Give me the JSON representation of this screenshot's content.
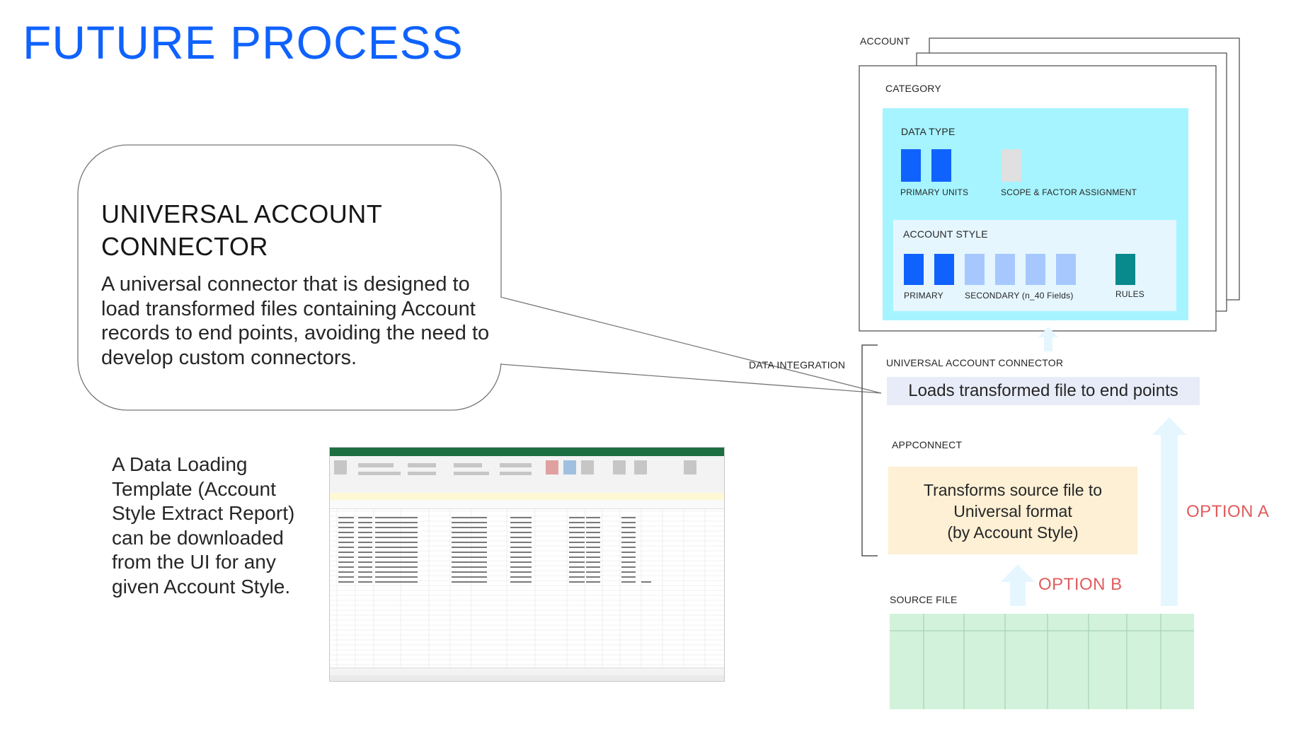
{
  "slide": {
    "title": "FUTURE PROCESS"
  },
  "callout": {
    "title": "UNIVERSAL ACCOUNT CONNECTOR",
    "body": "A universal connector that is designed to load transformed files containing Account records to end points, avoiding the need to develop custom connectors."
  },
  "template_note": {
    "text": "A Data Loading Template (Account Style Extract Report) can be downloaded from the UI for any given Account Style."
  },
  "diagram": {
    "account_label": "ACCOUNT",
    "category_label": "CATEGORY",
    "data_type_label": "DATA TYPE",
    "primary_units_label": "PRIMARY UNITS",
    "scope_factor_label": "SCOPE & FACTOR ASSIGNMENT",
    "account_style_label": "ACCOUNT STYLE",
    "primary_label": "PRIMARY",
    "secondary_label": "SECONDARY (n_40 Fields)",
    "rules_label": "RULES",
    "data_integration_label": "DATA INTEGRATION",
    "uac_label": "UNIVERSAL ACCOUNT CONNECTOR",
    "uac_bar_text": "Loads transformed file to end points",
    "appconnect_label": "APPCONNECT",
    "appconnect_text_line1": "Transforms source file to",
    "appconnect_text_line2": "Universal format",
    "appconnect_text_line3": "(by Account Style)",
    "source_file_label": "SOURCE FILE",
    "option_a": "OPTION A",
    "option_b": "OPTION B"
  },
  "colors": {
    "title_blue": "#0f62fe",
    "cyan_panel": "#a6f4ff",
    "account_style_panel": "#e5f6ff",
    "primary_blue": "#0f62fe",
    "secondary_blue": "#a6c8ff",
    "rules_teal": "#08898c",
    "option_red": "#e05c5c",
    "arrow_light_blue": "#e5f6ff",
    "source_green": "#d2f2dc",
    "appconnect_yellow": "#fdf0d5"
  }
}
